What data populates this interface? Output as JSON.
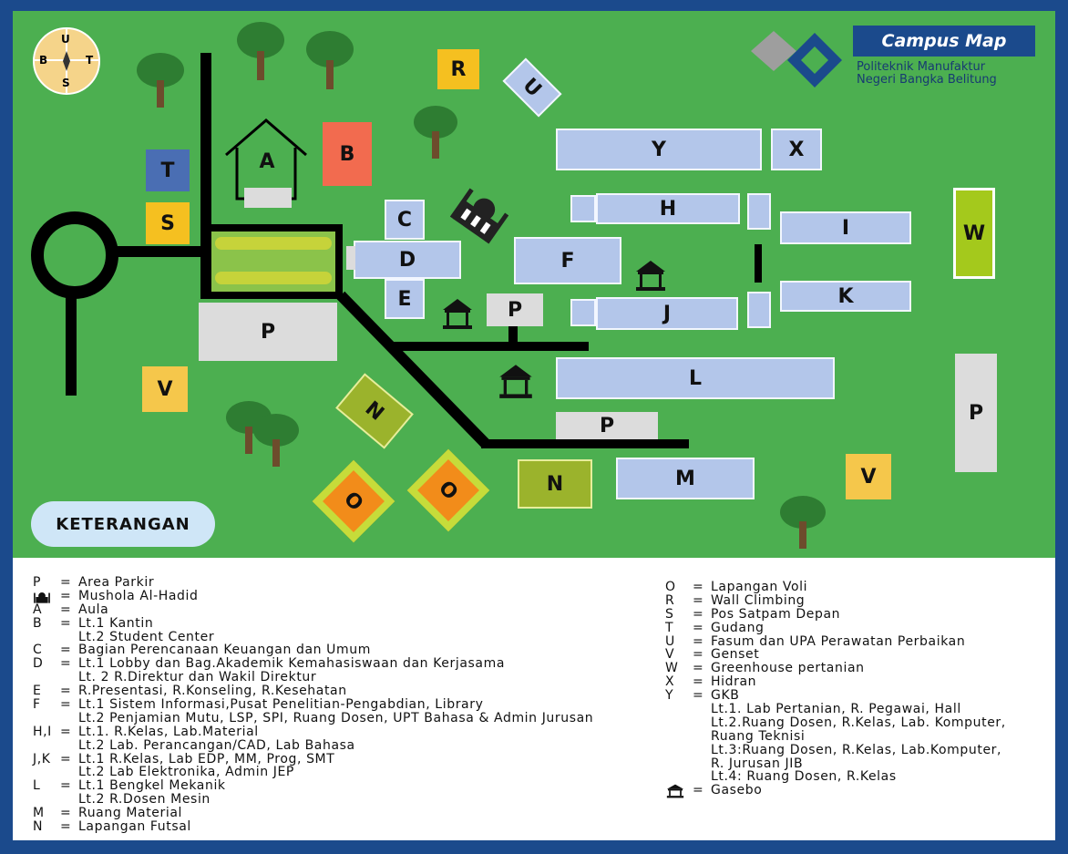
{
  "header": {
    "title": "Campus Map",
    "subtitle_line1": "Politeknik Manufaktur",
    "subtitle_line2": "Negeri Bangka Belitung"
  },
  "compass": {
    "n": "U",
    "s": "S",
    "e": "T",
    "w": "B"
  },
  "buildings": {
    "A": "A",
    "B": "B",
    "C": "C",
    "D": "D",
    "E": "E",
    "F": "F",
    "H": "H",
    "I": "I",
    "J": "J",
    "K": "K",
    "L": "L",
    "M": "M",
    "N": "N",
    "O": "O",
    "P": "P",
    "R": "R",
    "S": "S",
    "T": "T",
    "U": "U",
    "V": "V",
    "W": "W",
    "X": "X",
    "Y": "Y"
  },
  "keterangan_button": "KETERANGAN",
  "legend_left": [
    {
      "k": "P",
      "v": "Area Parkir"
    },
    {
      "k": "icon",
      "v": "Mushola Al-Hadid"
    },
    {
      "k": "A",
      "v": "Aula"
    },
    {
      "k": "B",
      "v": "Lt.1 Kantin"
    },
    {
      "k": "",
      "v": "Lt.2 Student Center"
    },
    {
      "k": "C",
      "v": "Bagian Perencanaan Keuangan dan Umum"
    },
    {
      "k": "D",
      "v": "Lt.1 Lobby dan Bag.Akademik Kemahasiswaan dan Kerjasama"
    },
    {
      "k": "",
      "v": "Lt. 2 R.Direktur dan Wakil Direktur"
    },
    {
      "k": "E",
      "v": "R.Presentasi, R.Konseling, R.Kesehatan"
    },
    {
      "k": "F",
      "v": "Lt.1 Sistem Informasi,Pusat Penelitian-Pengabdian, Library"
    },
    {
      "k": "",
      "v": "Lt.2 Penjamian Mutu, LSP, SPI, Ruang Dosen, UPT Bahasa & Admin Jurusan"
    },
    {
      "k": "H,I",
      "v": "Lt.1. R.Kelas, Lab.Material"
    },
    {
      "k": "",
      "v": "Lt.2 Lab. Perancangan/CAD, Lab Bahasa"
    },
    {
      "k": "J,K",
      "v": "Lt.1 R.Kelas, Lab EDP, MM, Prog, SMT"
    },
    {
      "k": "",
      "v": "Lt.2 Lab Elektronika, Admin JEP"
    },
    {
      "k": "L",
      "v": "Lt.1 Bengkel Mekanik"
    },
    {
      "k": "",
      "v": "Lt.2 R.Dosen Mesin"
    },
    {
      "k": "M",
      "v": "Ruang Material"
    },
    {
      "k": "N",
      "v": "Lapangan Futsal"
    }
  ],
  "legend_right": [
    {
      "k": "O",
      "v": "Lapangan Voli"
    },
    {
      "k": "R",
      "v": "Wall Climbing"
    },
    {
      "k": "S",
      "v": "Pos Satpam Depan"
    },
    {
      "k": "T",
      "v": "Gudang"
    },
    {
      "k": "U",
      "v": "Fasum dan UPA Perawatan Perbaikan"
    },
    {
      "k": "V",
      "v": "Genset"
    },
    {
      "k": "W",
      "v": "Greenhouse pertanian"
    },
    {
      "k": "X",
      "v": "Hidran"
    },
    {
      "k": "Y",
      "v": "GKB"
    },
    {
      "k": "",
      "v": "Lt.1. Lab Pertanian, R. Pegawai, Hall"
    },
    {
      "k": "",
      "v": "Lt.2.Ruang Dosen, R.Kelas, Lab. Komputer,"
    },
    {
      "k": "",
      "v": "Ruang Teknisi"
    },
    {
      "k": "",
      "v": "Lt.3:Ruang Dosen, R.Kelas, Lab.Komputer,"
    },
    {
      "k": "",
      "v": "R. Jurusan JIB"
    },
    {
      "k": "",
      "v": "Lt.4: Ruang Dosen, R.Kelas"
    },
    {
      "k": "icon",
      "v": "Gasebo"
    }
  ],
  "colors": {
    "grass": "#4caf50",
    "frame": "#1b4a8c",
    "building": "#b3c6ea",
    "parking": "#dcdcdc",
    "yellow": "#f5c74b",
    "canteen": "#f26b4f",
    "title_bg": "#1b4a8c"
  }
}
